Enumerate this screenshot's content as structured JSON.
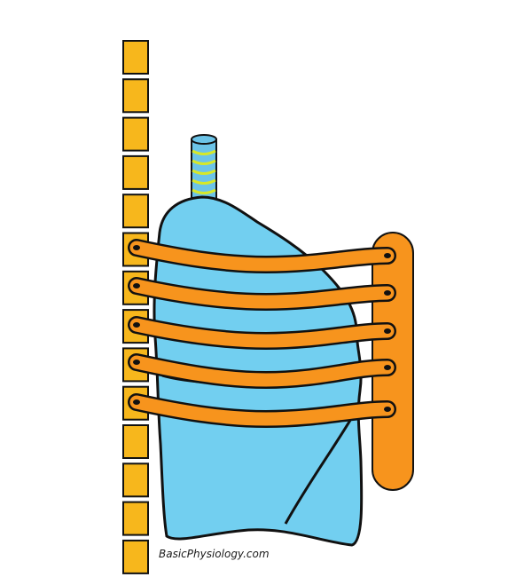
{
  "diagram": {
    "credit_text": "BasicPhysiology.com",
    "colors": {
      "vertebra_fill": "#f7b71c",
      "lung_fill": "#72cff0",
      "trachea_fill": "#6cc4e8",
      "trachea_ring": "#d6e82a",
      "rib_fill": "#f7941d",
      "outline": "#111111"
    },
    "vertebrae_count": 14,
    "ribs_count": 5
  }
}
